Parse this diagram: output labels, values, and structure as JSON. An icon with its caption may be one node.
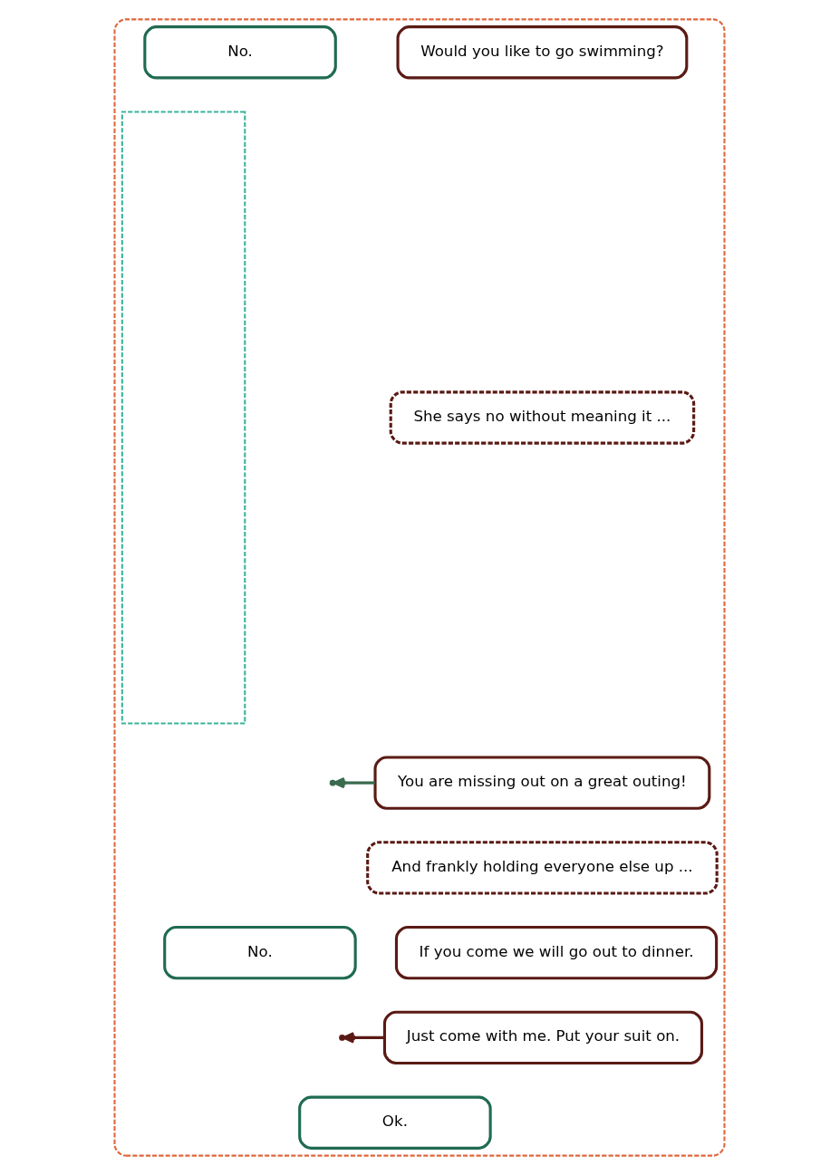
{
  "diagram": {
    "nodes": [
      {
        "text": [],
        "shape": "box"
      },
      {
        "text": [],
        "shape": "box",
        "in": 0
      },
      {
        "text": [
          "Would you like to go swimming?"
        ],
        "in": 0
      },
      {
        "text": [
          "No."
        ],
        "in": 0
      },
      {
        "text": [
          "She says no without meaning it ..."
        ],
        "in": 0
      },
      {
        "text": [
          "You are missing out on a great outing!"
        ],
        "in": 0
      },
      {
        "text": [
          "And frankly holding everyone else up ..."
        ],
        "in": 0
      },
      {
        "text": [
          "If you come we will go out to dinner."
        ],
        "in": 0
      },
      {
        "text": [
          "No."
        ],
        "in": 0
      },
      {
        "text": [
          "Just come with me. Put your suit on."
        ],
        "in": 0
      },
      {
        "text": [
          "Ok."
        ],
        "in": 0
      }
    ],
    "edges": [
      {
        "from": 5,
        "to": null,
        "arrow": "to",
        "color": "#3a6b4f"
      },
      {
        "from": 9,
        "to": null,
        "arrow": "to",
        "color": "#5a1a14"
      }
    ]
  }
}
